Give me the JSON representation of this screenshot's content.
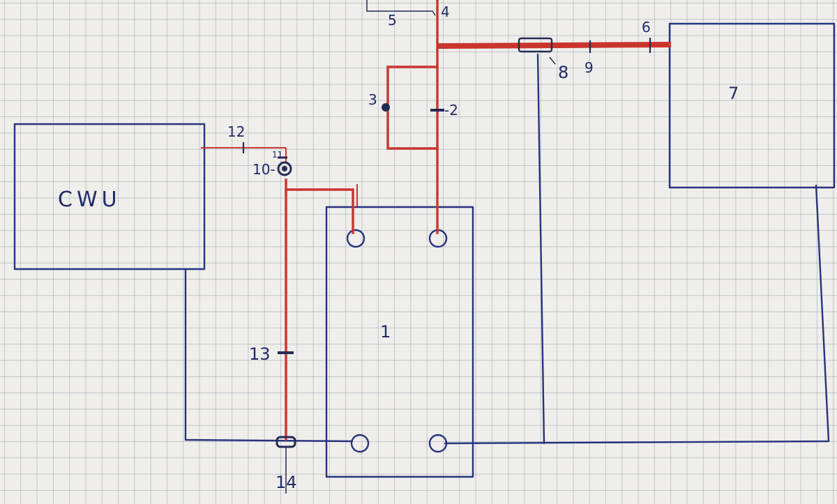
{
  "diagram": {
    "boxes": [
      {
        "id": "cwu",
        "label": "CWU"
      },
      {
        "id": "boiler",
        "label": "1"
      },
      {
        "id": "heater",
        "label": "7"
      }
    ],
    "markers": [
      {
        "id": "m2",
        "label": "-2"
      },
      {
        "id": "m3",
        "label": "3"
      },
      {
        "id": "m4",
        "label": "4"
      },
      {
        "id": "m5",
        "label": "5"
      },
      {
        "id": "m6",
        "label": "6"
      },
      {
        "id": "m8",
        "label": "8"
      },
      {
        "id": "m9",
        "label": "9"
      },
      {
        "id": "m10",
        "label": "10-"
      },
      {
        "id": "m11",
        "label": "11"
      },
      {
        "id": "m12",
        "label": "12"
      },
      {
        "id": "m13",
        "label": "13"
      },
      {
        "id": "m14",
        "label": "14"
      }
    ]
  },
  "colors": {
    "supply_pipe": "#c9352c",
    "return_pipe": "#27337f",
    "ink": "#1f2a6b",
    "paper": "#efeeeb"
  }
}
